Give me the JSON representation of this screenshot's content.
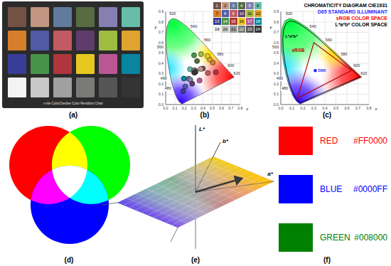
{
  "diagram": {
    "nodes": [
      {
        "text": [
          "1"
        ]
      },
      {
        "text": [
          "2"
        ]
      },
      {
        "text": [
          "3"
        ]
      },
      {
        "text": [
          "4"
        ]
      },
      {
        "text": [
          "5"
        ]
      },
      {
        "text": [
          "6"
        ]
      },
      {
        "text": [
          "7"
        ]
      },
      {
        "text": [
          "8"
        ]
      },
      {
        "text": [
          "9"
        ]
      },
      {
        "text": [
          "10"
        ]
      },
      {
        "text": [
          "11"
        ]
      },
      {
        "text": [
          "12"
        ]
      },
      {
        "text": [
          "13"
        ]
      },
      {
        "text": [
          "14"
        ]
      },
      {
        "text": [
          "15"
        ]
      },
      {
        "text": [
          "16"
        ]
      },
      {
        "text": [
          "17"
        ]
      },
      {
        "text": [
          "18"
        ]
      },
      {
        "text": [
          "19"
        ]
      },
      {
        "text": [
          "20"
        ]
      },
      {
        "text": [
          "21"
        ]
      },
      {
        "text": [
          "22"
        ]
      },
      {
        "text": [
          "23"
        ]
      },
      {
        "text": [
          "24"
        ]
      }
    ],
    "labels": [
      "x-rite ColorChecker Color Rendition Chart",
      "(a)",
      "(b)",
      "(c)",
      "(d)",
      "(e)",
      "(f)",
      "520",
      "540",
      "560",
      "580",
      "600",
      "620",
      "500",
      "490",
      "480",
      "0.0",
      "0.1",
      "0.2",
      "0.3",
      "0.4",
      "0.5",
      "0.6",
      "0.7",
      "0.8",
      "0.0",
      "0.1",
      "0.2",
      "0.3",
      "0.4",
      "0.5",
      "0.6",
      "0.7",
      "0.8",
      "0.9",
      "x",
      "y",
      "CHROMATICITY DIAGRAM CIE1931",
      "D65 STANDARD ILLUMINANT",
      "sRGB COLOR SPACE",
      "L*a*b* COLOR SPACE",
      "L*a*b*",
      "sRGB",
      "D65",
      "520",
      "540",
      "560",
      "580",
      "600",
      "620",
      "500",
      "490",
      "480",
      "0.0",
      "0.1",
      "0.2",
      "0.3",
      "0.4",
      "0.5",
      "0.6",
      "0.7",
      "0.8",
      "0.0",
      "0.1",
      "0.2",
      "0.3",
      "0.4",
      "0.5",
      "0.6",
      "0.7",
      "0.8",
      "0.9",
      "x",
      "y",
      "L*",
      "b*",
      "a*",
      "#FF0000",
      "#0000FF",
      "#008000"
    ],
    "legend": [
      {
        "text": "RED",
        "color": "#FF0000"
      },
      {
        "text": "BLUE",
        "color": "#0000FF"
      },
      {
        "text": "GREEN",
        "color": "#008000"
      }
    ]
  }
}
